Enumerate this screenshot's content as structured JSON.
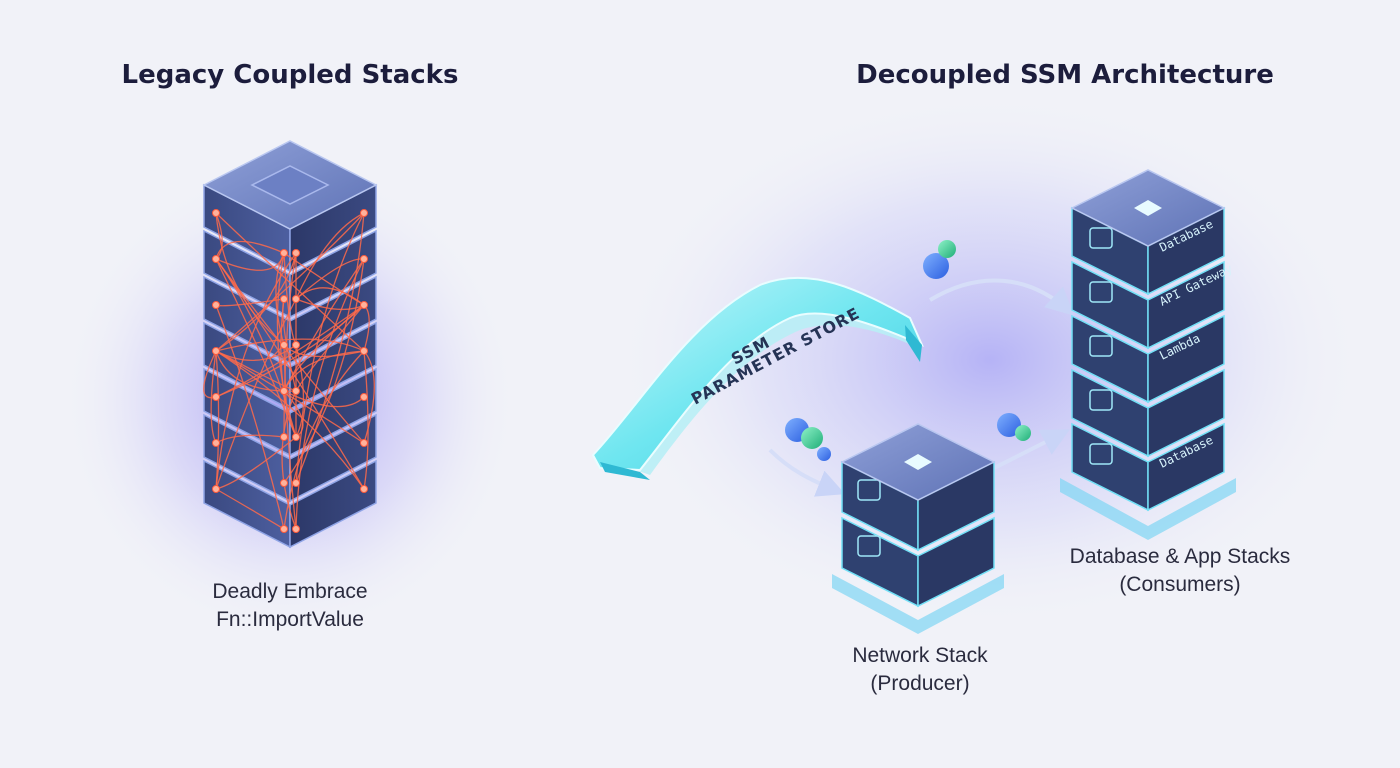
{
  "left_panel": {
    "title": "Legacy Coupled Stacks",
    "caption_line1": "Deadly Embrace",
    "caption_line2": "Fn::ImportValue"
  },
  "right_panel": {
    "title": "Decoupled SSM Architecture",
    "bridge_line1": "SSM",
    "bridge_line2": "PARAMETER STORE",
    "producer": {
      "caption_line1": "Network Stack",
      "caption_line2": "(Producer)"
    },
    "consumers": {
      "caption_line1": "Database & App Stacks",
      "caption_line2": "(Consumers)",
      "layers": [
        {
          "label": "Database",
          "icon": "database-icon"
        },
        {
          "label": "API Gateway",
          "icon": "api-gateway-icon"
        },
        {
          "label": "Lambda",
          "icon": "lambda-icon"
        },
        {
          "label": "",
          "icon": "lambda-symbol-icon"
        },
        {
          "label": "Database",
          "icon": "database-icon"
        }
      ]
    }
  },
  "colors": {
    "legacy_glow": "#8b7cf5",
    "coupling_lines": "#ff6a4a",
    "bridge": "#56e0ee",
    "stack_face": "#3d4f86",
    "stack_edge": "#6fd8f5",
    "title_text": "#1c1d3c"
  }
}
